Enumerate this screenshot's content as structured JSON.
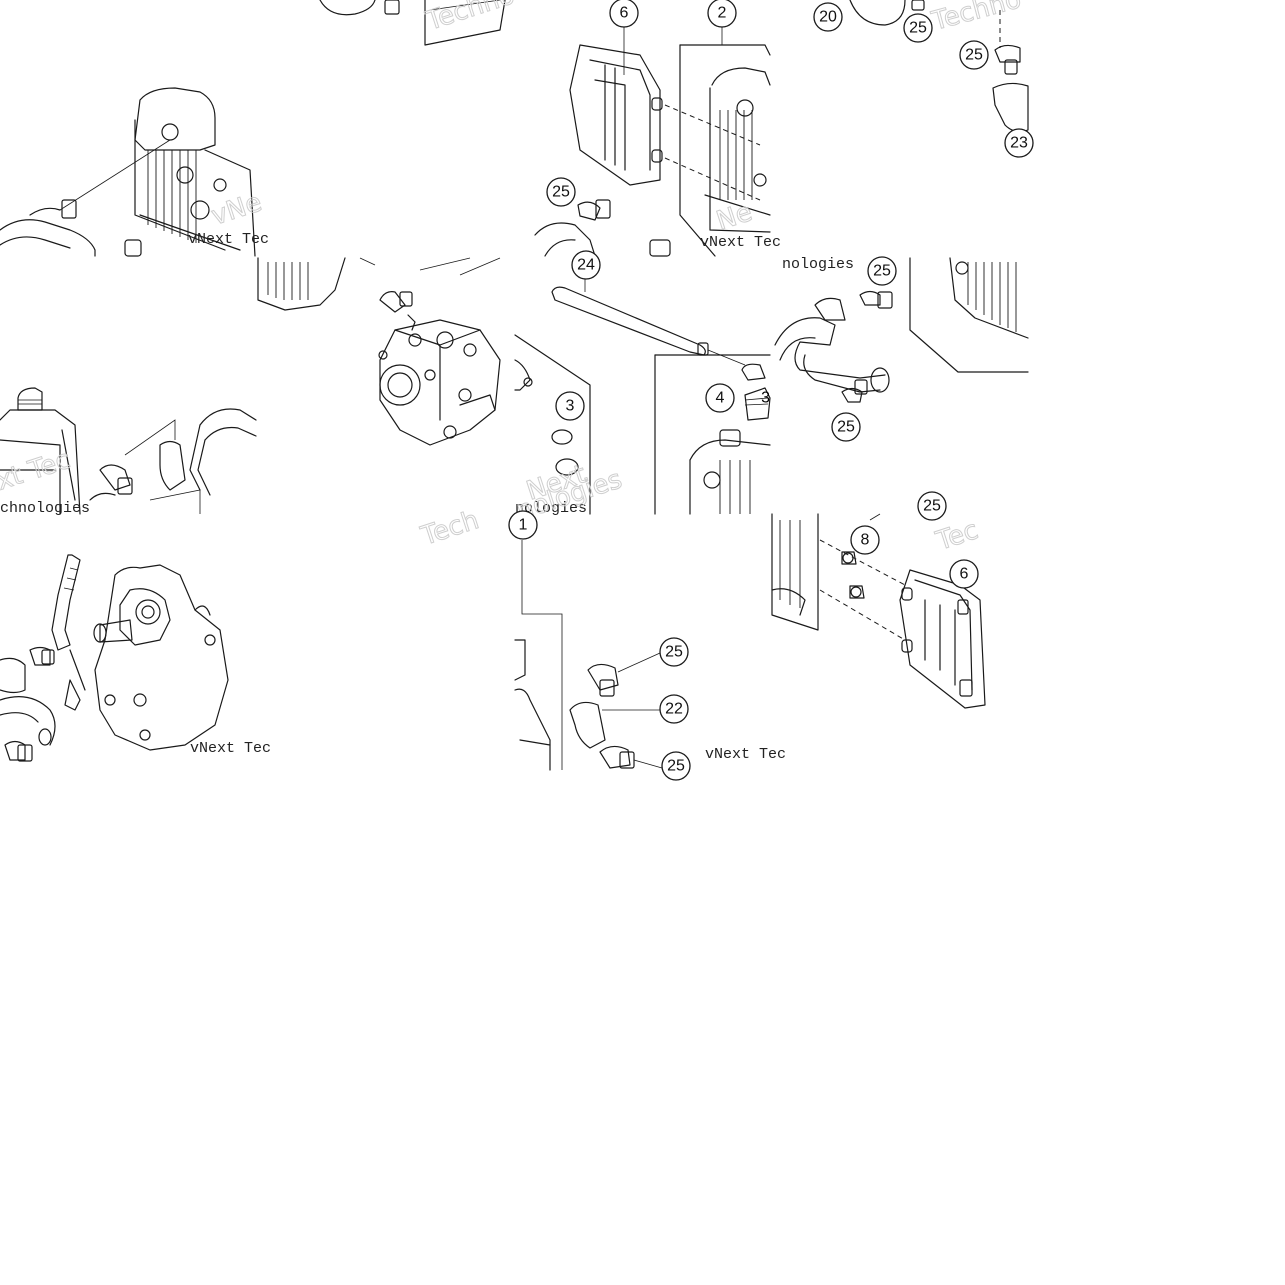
{
  "diagram": {
    "watermark_brand": "vNext Technologies",
    "watermark_fragments": [
      "vNext Tec",
      "Techno",
      "Tech",
      "chnologies",
      "nologies",
      "Technologies",
      "Tec"
    ],
    "callout_labels": {
      "c20": "20",
      "c25a": "25",
      "c25b": "25",
      "c23": "23",
      "c6a": "6",
      "c2": "2",
      "c25c": "25",
      "c24": "24",
      "c3": "3",
      "c4": "4",
      "c3b": "3",
      "c25d": "25",
      "c25e": "25",
      "c1": "1",
      "c25f": "25",
      "c22": "22",
      "c25g": "25",
      "c8": "8",
      "c6b": "6",
      "c25h": "25"
    }
  }
}
